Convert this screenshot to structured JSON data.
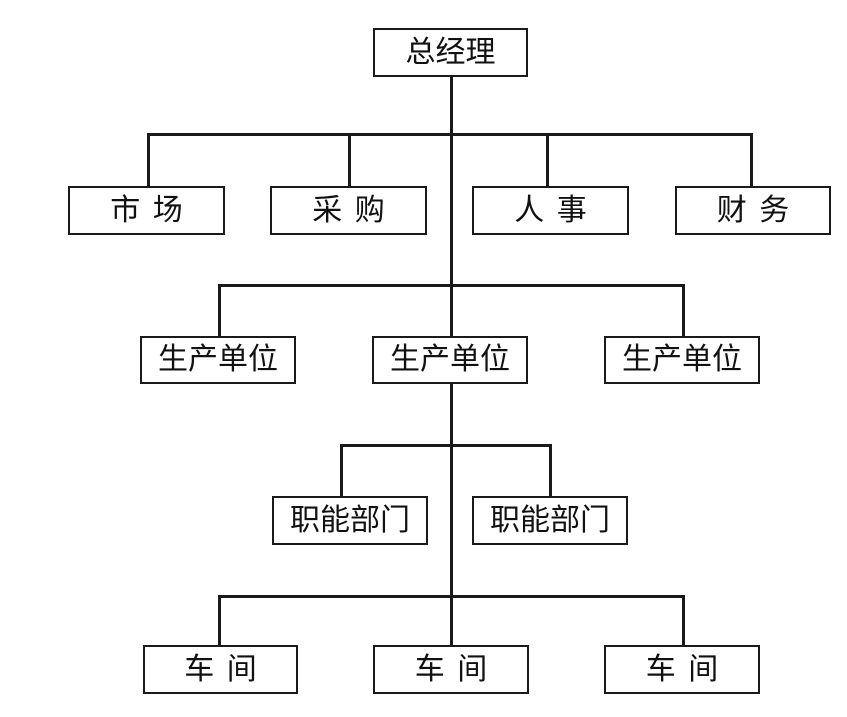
{
  "diagram": {
    "type": "organizational-chart",
    "title": "",
    "language": "zh-CN",
    "background_color": "#ffffff",
    "line_color": "#1a1a1a",
    "text_color": "#111111",
    "levels": [
      {
        "level": 1,
        "nodes": [
          {
            "id": "gm",
            "label": "总经理",
            "spaced": false
          }
        ]
      },
      {
        "level": 2,
        "nodes": [
          {
            "id": "market",
            "label": "市场",
            "spaced": true
          },
          {
            "id": "purchasing",
            "label": "采购",
            "spaced": true
          },
          {
            "id": "hr",
            "label": "人事",
            "spaced": true
          },
          {
            "id": "finance",
            "label": "财务",
            "spaced": true
          }
        ]
      },
      {
        "level": 3,
        "nodes": [
          {
            "id": "prod-unit-1",
            "label": "生产单位",
            "spaced": false
          },
          {
            "id": "prod-unit-2",
            "label": "生产单位",
            "spaced": false
          },
          {
            "id": "prod-unit-3",
            "label": "生产单位",
            "spaced": false
          }
        ]
      },
      {
        "level": 4,
        "nodes": [
          {
            "id": "func-dept-1",
            "label": "职能部门",
            "spaced": false
          },
          {
            "id": "func-dept-2",
            "label": "职能部门",
            "spaced": false
          }
        ]
      },
      {
        "level": 5,
        "nodes": [
          {
            "id": "workshop-1",
            "label": "车间",
            "spaced": true
          },
          {
            "id": "workshop-2",
            "label": "车间",
            "spaced": true
          },
          {
            "id": "workshop-3",
            "label": "车间",
            "spaced": true
          }
        ]
      }
    ]
  }
}
